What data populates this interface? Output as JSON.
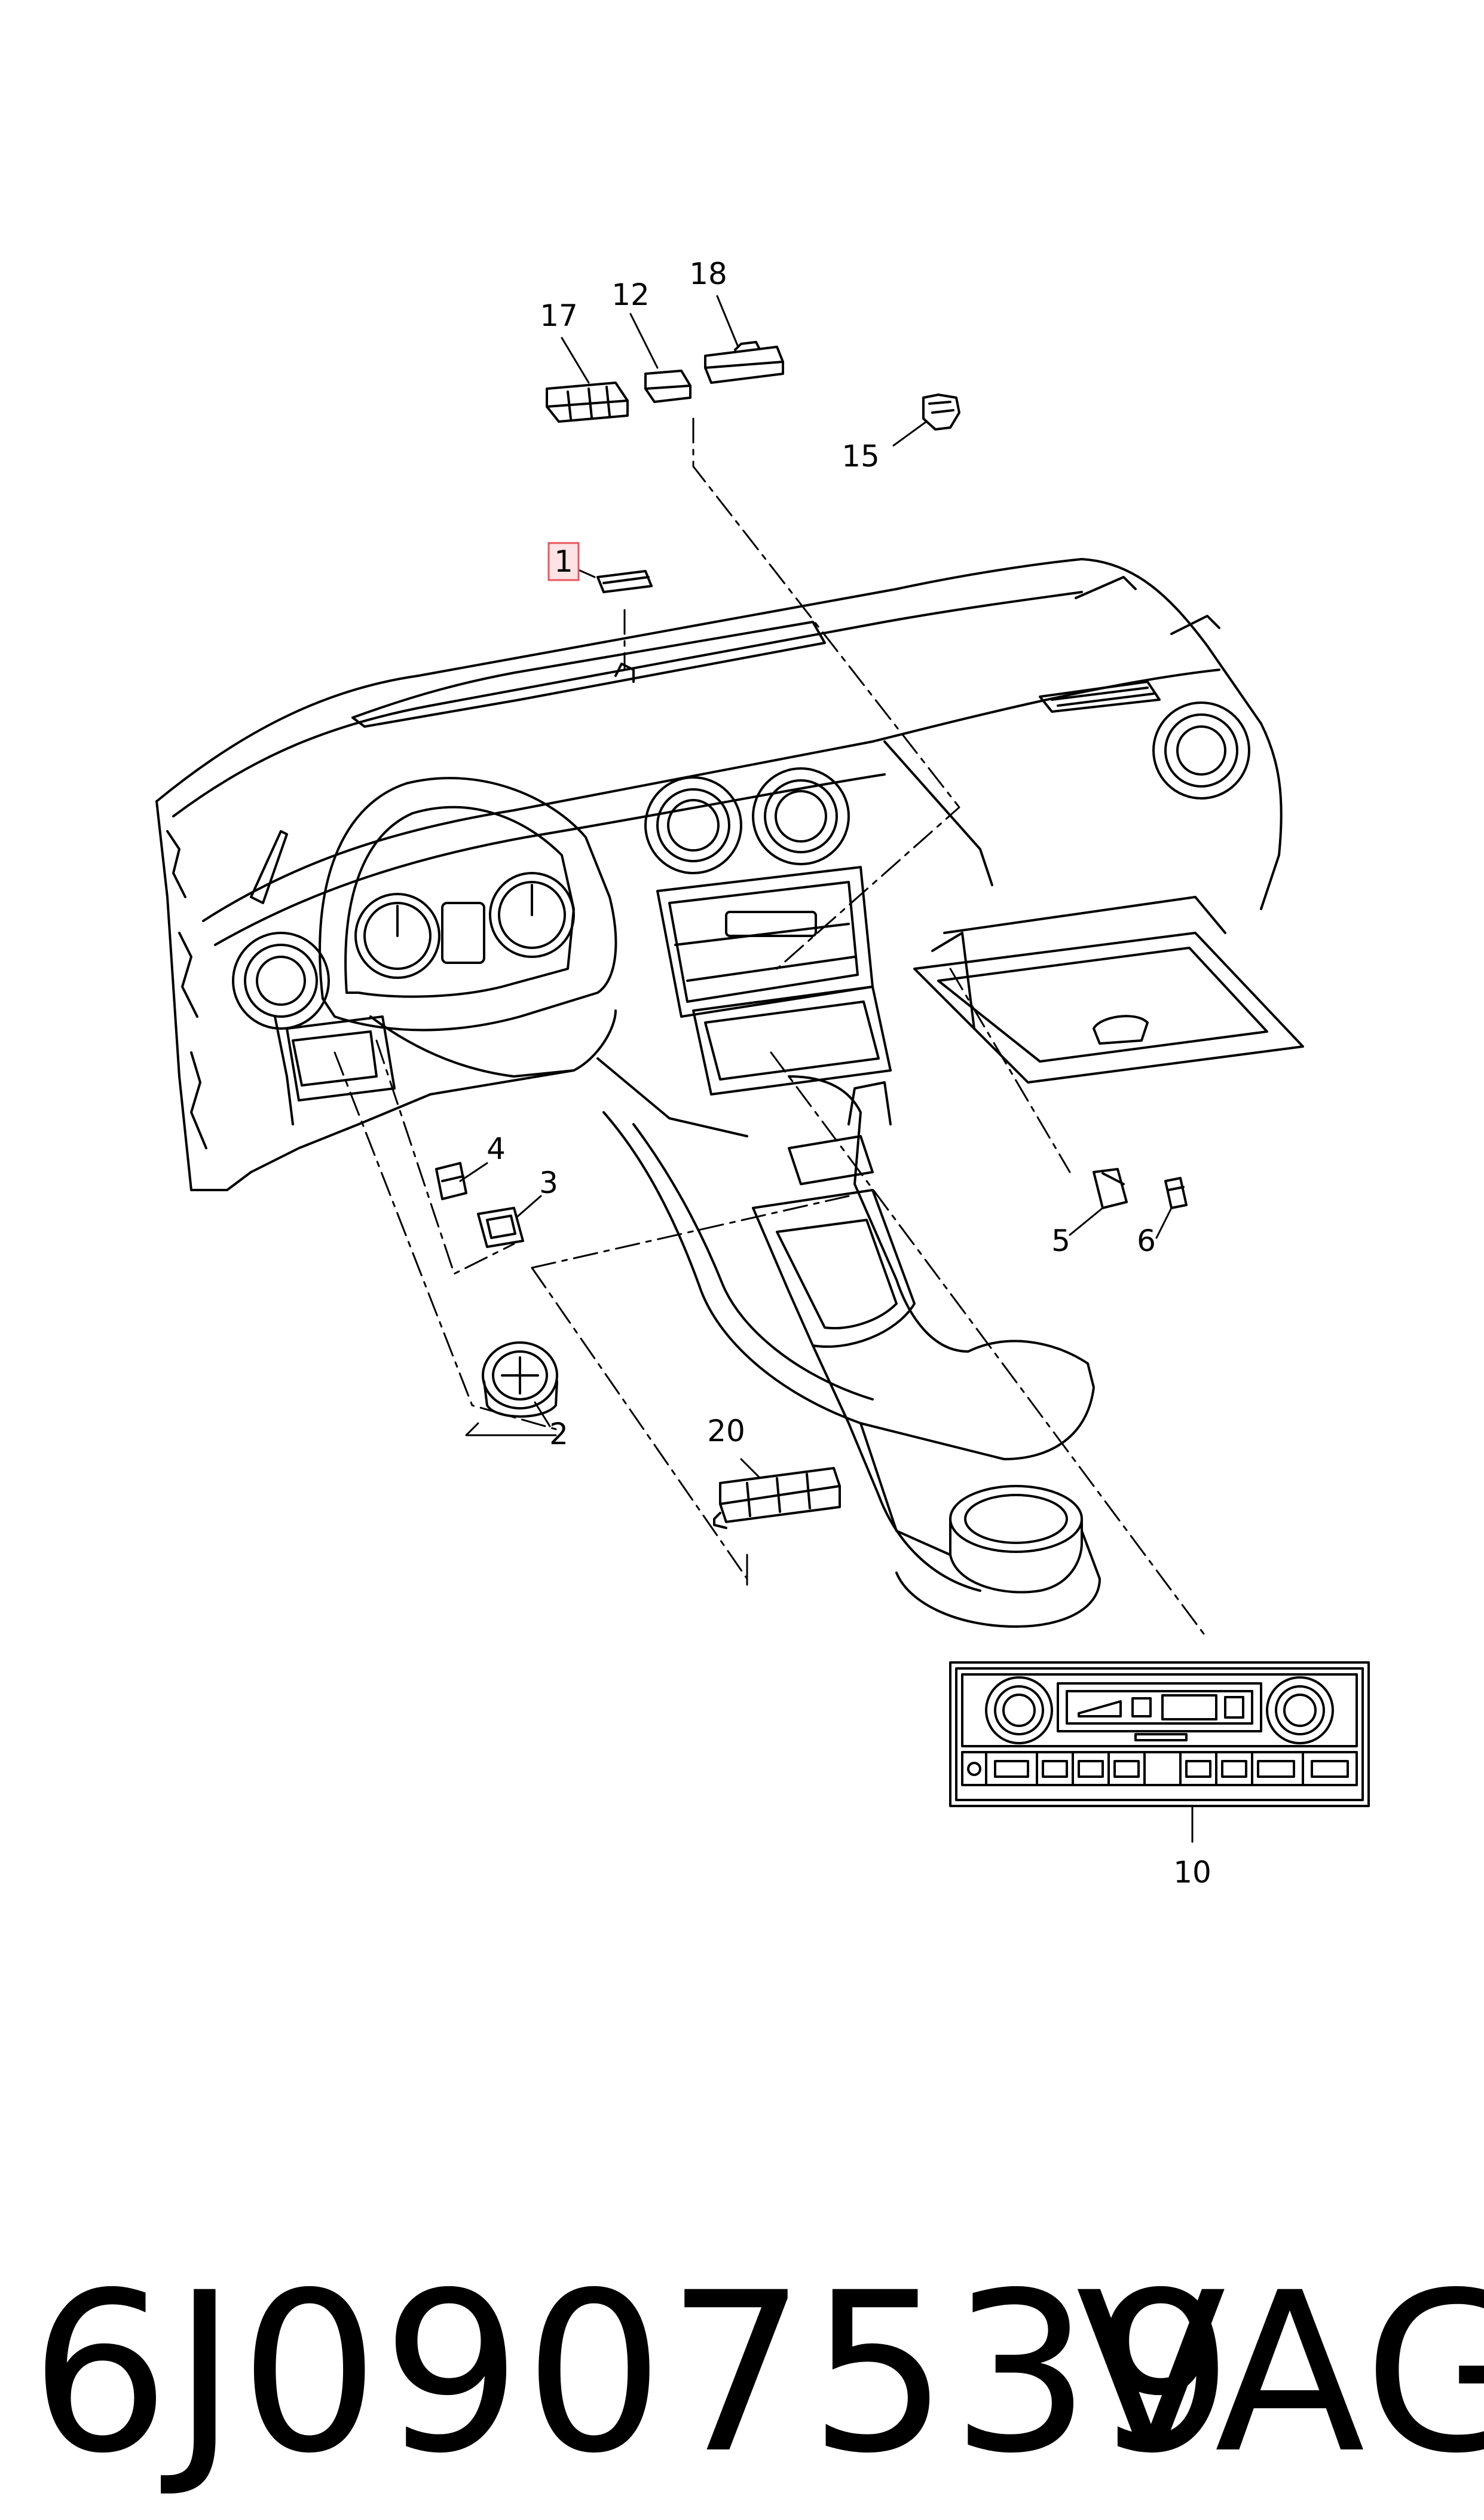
{
  "diagram": {
    "callouts": [
      "17",
      "12",
      "18",
      "15",
      "1",
      "4",
      "3",
      "2",
      "20",
      "5",
      "6",
      "10"
    ],
    "highlighted_callout": "1",
    "highlight_color": "#e8555f",
    "line_color": "#000000"
  },
  "footer": {
    "part_number": "6J0907539",
    "brand": "VAG"
  }
}
